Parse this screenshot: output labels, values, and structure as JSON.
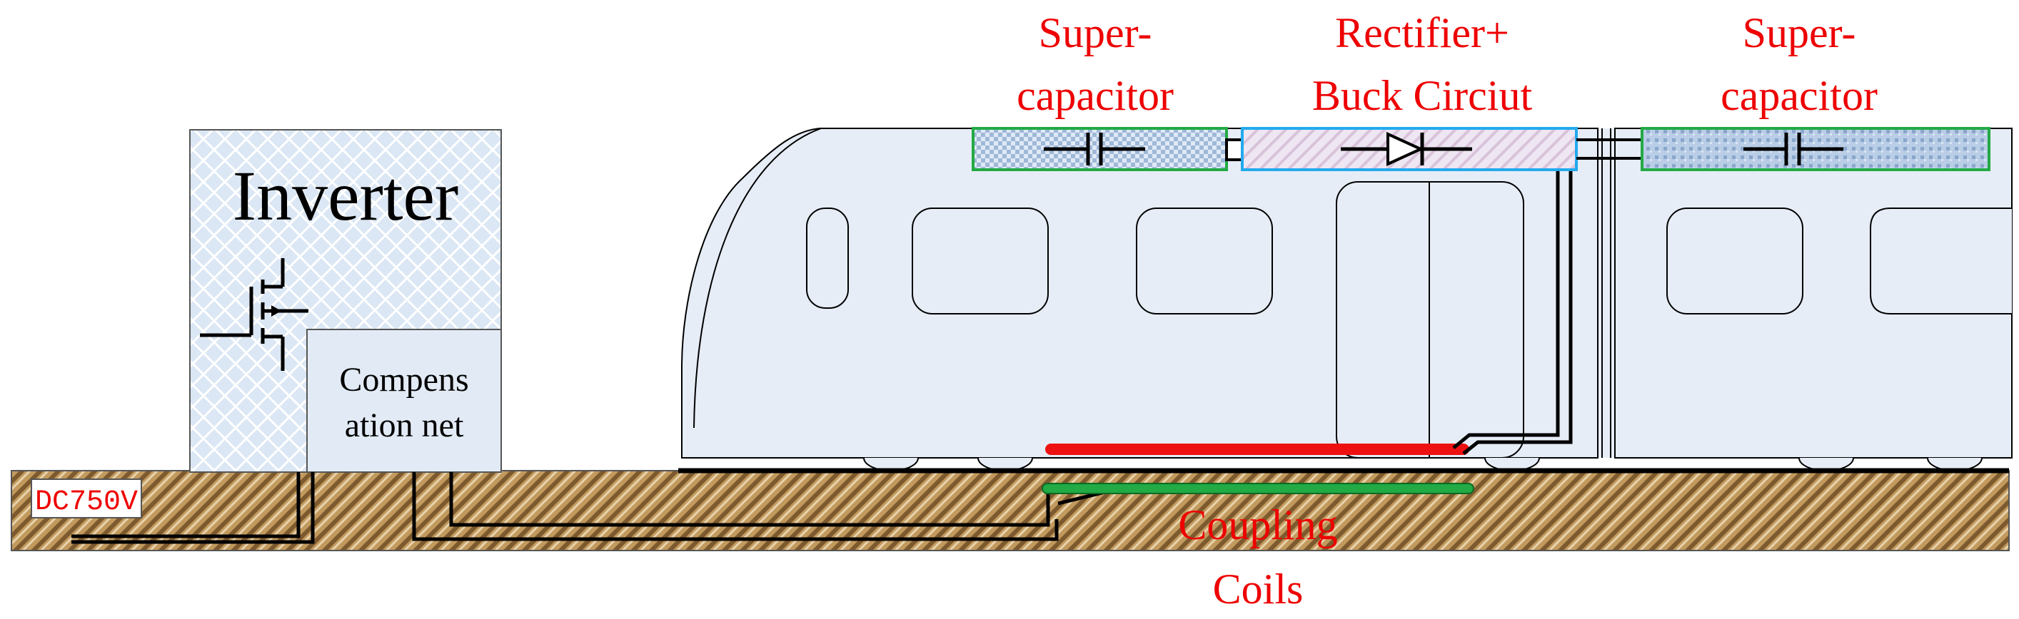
{
  "labels": {
    "inverter": "Inverter",
    "compensation_line1": "Compens",
    "compensation_line2": "ation net",
    "dc_source": "DC750V",
    "supercap_left_line1": "Super-",
    "supercap_left_line2": "capacitor",
    "rectifier_line1": "Rectifier+",
    "rectifier_line2": "Buck Circiut",
    "supercap_right_line1": "Super-",
    "supercap_right_line2": "capacitor",
    "coils_line1": "Coupling",
    "coils_line2": "Coils"
  },
  "colors": {
    "label_red": "#ee0000",
    "train_body": "#e6edf6",
    "ground_brown": "#b28a50",
    "receiver_coil": "#ee1111",
    "transmitter_coil": "#22aa44",
    "supercap_frame": "#22aa44",
    "rectifier_frame": "#22aaee"
  },
  "icons": {
    "inverter_symbol": "mosfet-icon",
    "supercap_symbol": "capacitor-icon",
    "rectifier_symbol": "diode-icon"
  }
}
